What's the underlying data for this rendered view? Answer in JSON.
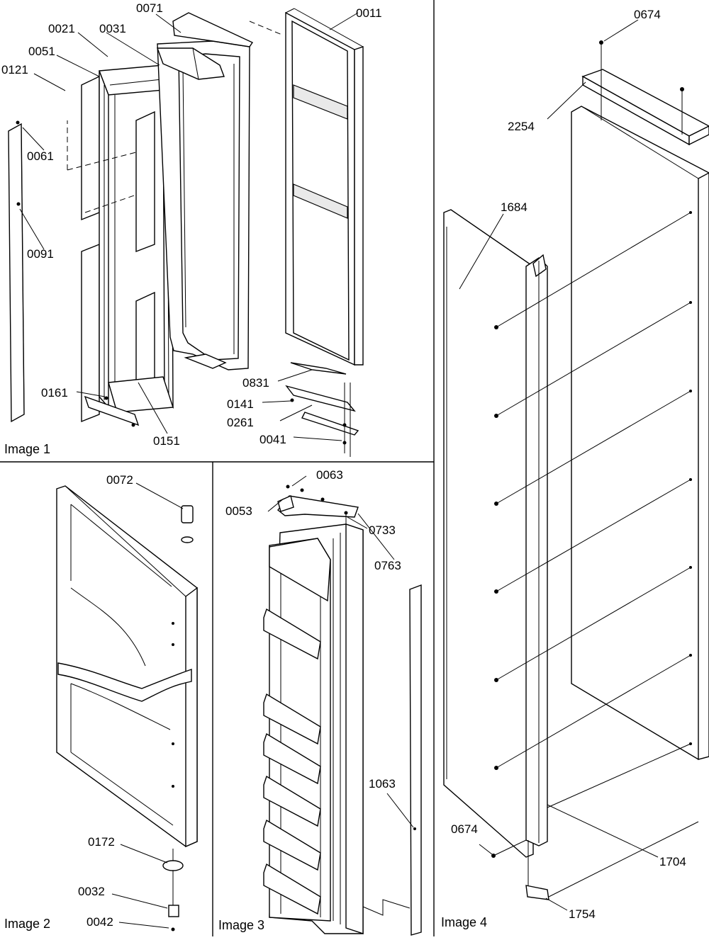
{
  "panels": [
    {
      "caption": "Image 1"
    },
    {
      "caption": "Image 2"
    },
    {
      "caption": "Image 3"
    },
    {
      "caption": "Image 4"
    }
  ],
  "callouts": {
    "p1": [
      "0071",
      "0011",
      "0021",
      "0031",
      "0051",
      "0121",
      "0061",
      "0091",
      "0161",
      "0151",
      "0831",
      "0141",
      "0261",
      "0041"
    ],
    "p2": [
      "0072",
      "0172",
      "0032",
      "0042"
    ],
    "p3": [
      "0063",
      "0053",
      "0733",
      "0763",
      "1063"
    ],
    "p4": [
      "0674",
      "2254",
      "1684",
      "0674",
      "1704",
      "1754"
    ]
  }
}
